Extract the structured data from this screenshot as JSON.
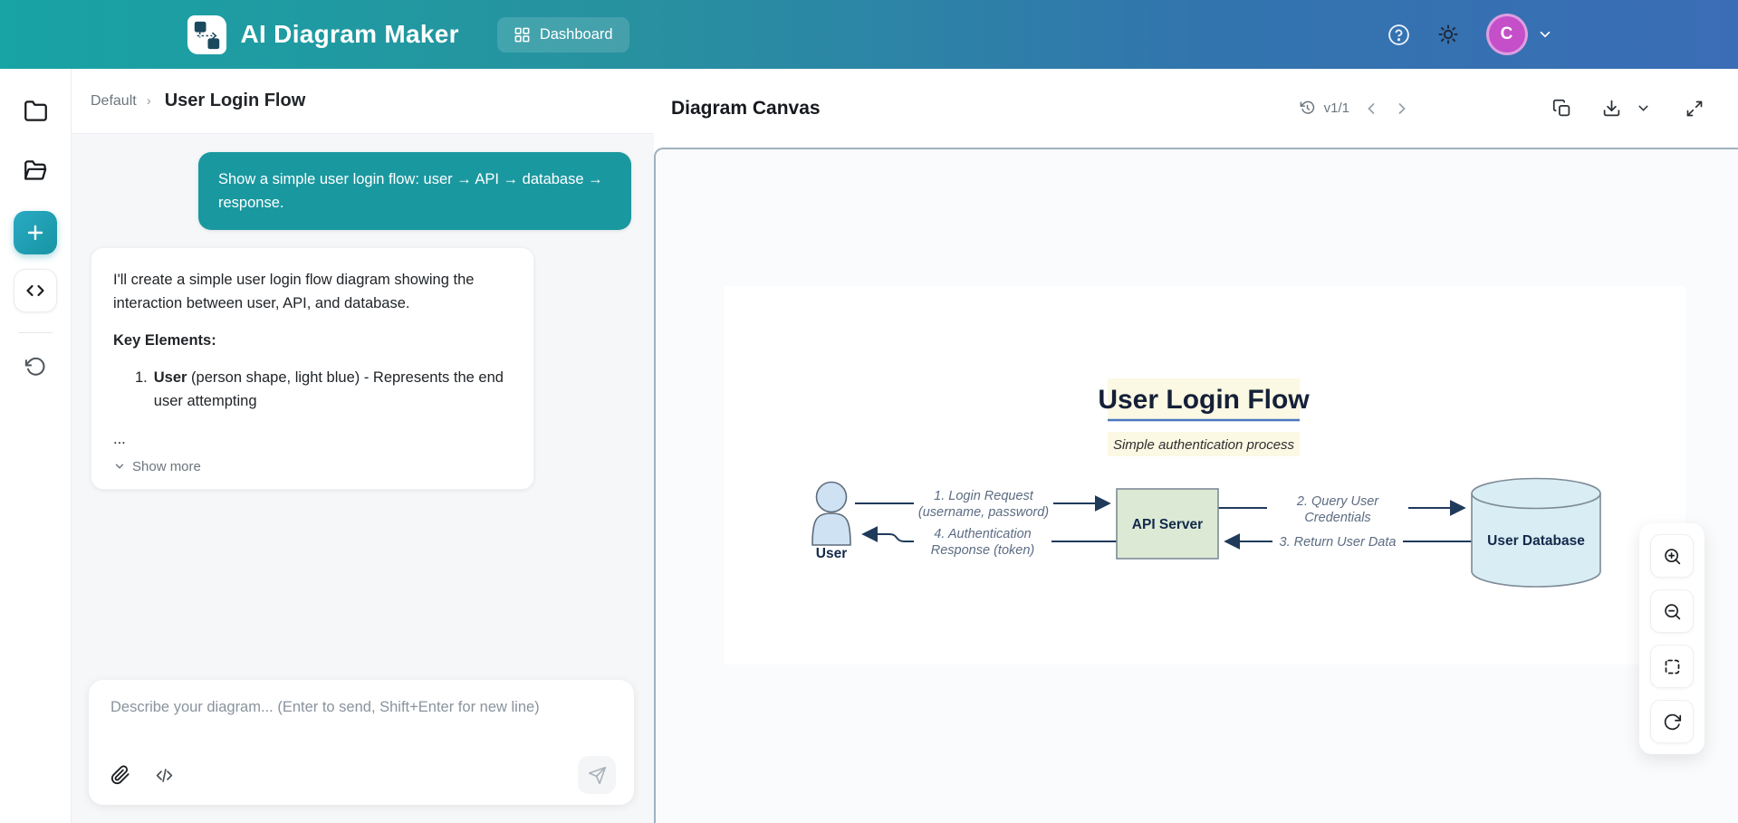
{
  "header": {
    "app_title": "AI Diagram Maker",
    "dashboard_label": "Dashboard",
    "avatar_initial": "C"
  },
  "breadcrumb": {
    "parent": "Default",
    "separator": "›",
    "current": "User Login Flow"
  },
  "chat": {
    "user_message": "Show a simple user login flow: user → API → database → response.",
    "ai": {
      "intro": "I'll create a simple user login flow diagram showing the interaction between user, API, and database.",
      "heading": "Key Elements:",
      "item1_number": "1.",
      "item1_bold": "User",
      "item1_rest": " (person shape, light blue) - Represents the end user attempting",
      "truncation": "...",
      "show_more": "Show more"
    },
    "input_placeholder": "Describe your diagram... (Enter to send, Shift+Enter for new line)"
  },
  "canvas": {
    "title": "Diagram Canvas",
    "version_label": "v1/1"
  },
  "diagram": {
    "title": "User Login Flow",
    "subtitle": "Simple authentication process",
    "nodes": {
      "user": "User",
      "api": "API Server",
      "db": "User Database"
    },
    "edges": {
      "login_l1": "1. Login Request",
      "login_l2": "(username, password)",
      "query_l1": "2. Query User",
      "query_l2": "Credentials",
      "return_l1": "3. Return User Data",
      "auth_l1": "4. Authentication",
      "auth_l2": "Response (token)"
    }
  },
  "colors": {
    "accent_teal": "#1a98a0",
    "header_gradient_start": "#18a3a4",
    "header_gradient_end": "#3a6db6",
    "avatar_bg": "#c44fc8",
    "canvas_border": "#9fb1c1",
    "node_user_fill": "#cfe2f3",
    "node_api_fill": "#dcead5",
    "node_db_fill": "#d8edf4",
    "diagram_title_bg": "#fbf8e3",
    "diagram_title_underline": "#4a77c0",
    "arrow_color": "#203a5c",
    "edge_label_color": "#5c6c82",
    "node_label_color": "#13294a"
  }
}
